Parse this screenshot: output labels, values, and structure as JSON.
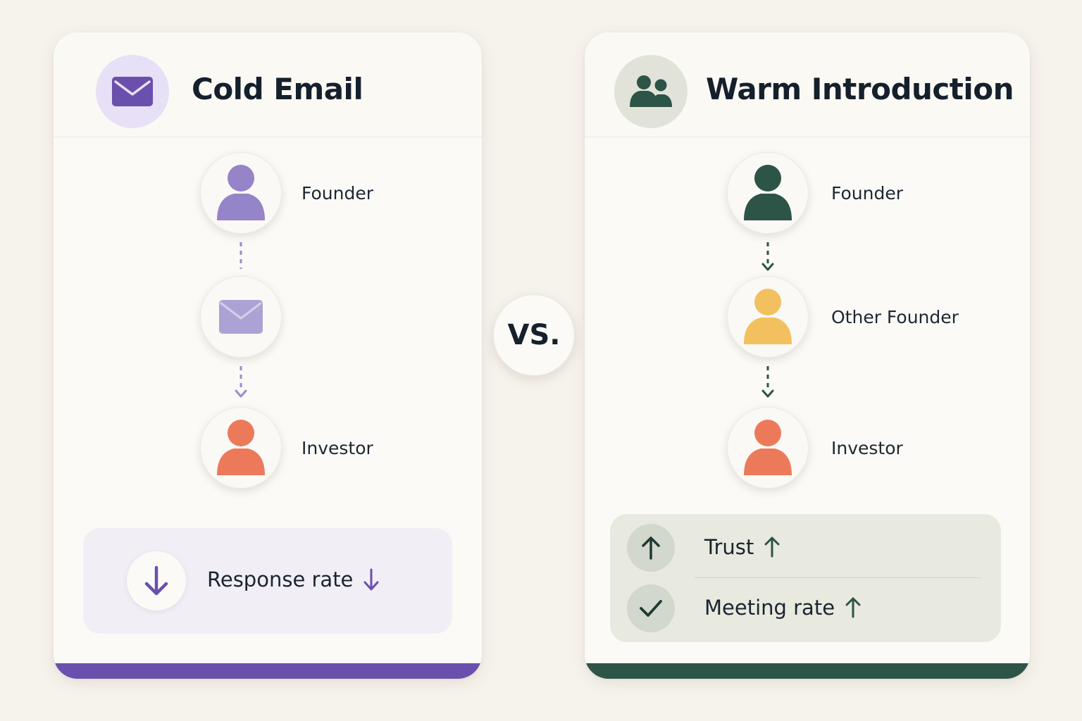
{
  "cold": {
    "title": "Cold Email",
    "header_icon": "envelope-icon",
    "nodes": [
      {
        "label": "Founder",
        "icon": "person-icon",
        "color": "#9584c8"
      },
      {
        "label": "",
        "icon": "envelope-icon",
        "color": "#ada2d4"
      },
      {
        "label": "Investor",
        "icon": "person-icon",
        "color": "#ec7a5a"
      }
    ],
    "metric": {
      "label": "Response rate",
      "direction": "down"
    },
    "accent": "#6b4fad"
  },
  "vs_label": "VS.",
  "warm": {
    "title": "Warm Introduction",
    "header_icon": "people-icon",
    "nodes": [
      {
        "label": "Founder",
        "icon": "person-icon",
        "color": "#2c5447"
      },
      {
        "label": "Other Founder",
        "icon": "person-icon",
        "color": "#f3c060"
      },
      {
        "label": "Investor",
        "icon": "person-icon",
        "color": "#ec7a5a"
      }
    ],
    "metrics": [
      {
        "label": "Trust",
        "icon": "arrow-up-icon",
        "direction": "up"
      },
      {
        "label": "Meeting rate",
        "icon": "checkmark-icon",
        "direction": "up"
      }
    ],
    "accent": "#2c5447"
  }
}
